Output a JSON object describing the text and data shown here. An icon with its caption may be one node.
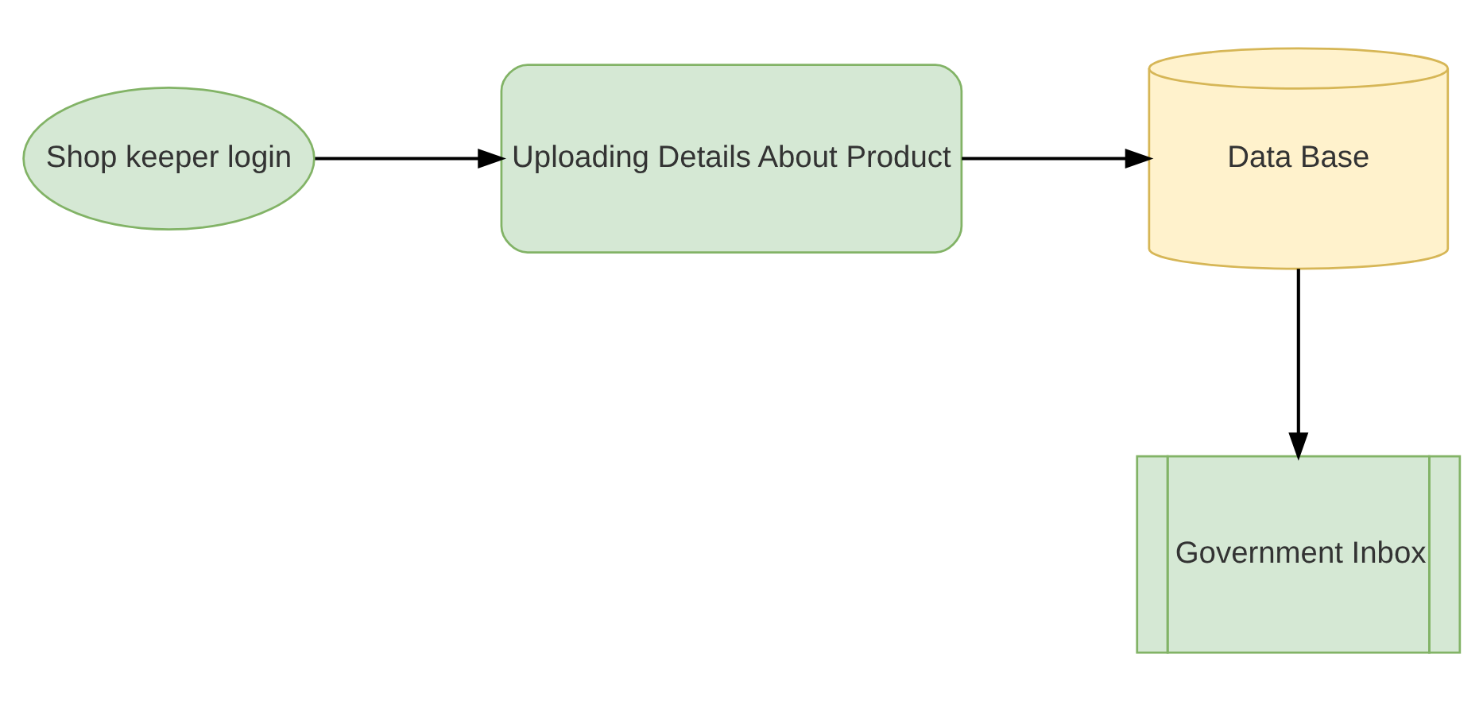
{
  "diagram": {
    "nodes": [
      {
        "text": [
          "Shop keeper login"
        ]
      },
      {
        "text": [
          "Uploading Details About Product"
        ]
      },
      {
        "text": [
          "Data Base"
        ]
      },
      {
        "text": [
          "Government Inbox"
        ]
      }
    ],
    "edges": [
      {
        "from": 0,
        "to": 1,
        "arrow": "to"
      },
      {
        "from": 1,
        "to": 2,
        "arrow": "to"
      },
      {
        "from": 2,
        "to": 3,
        "arrow": "to"
      }
    ]
  }
}
